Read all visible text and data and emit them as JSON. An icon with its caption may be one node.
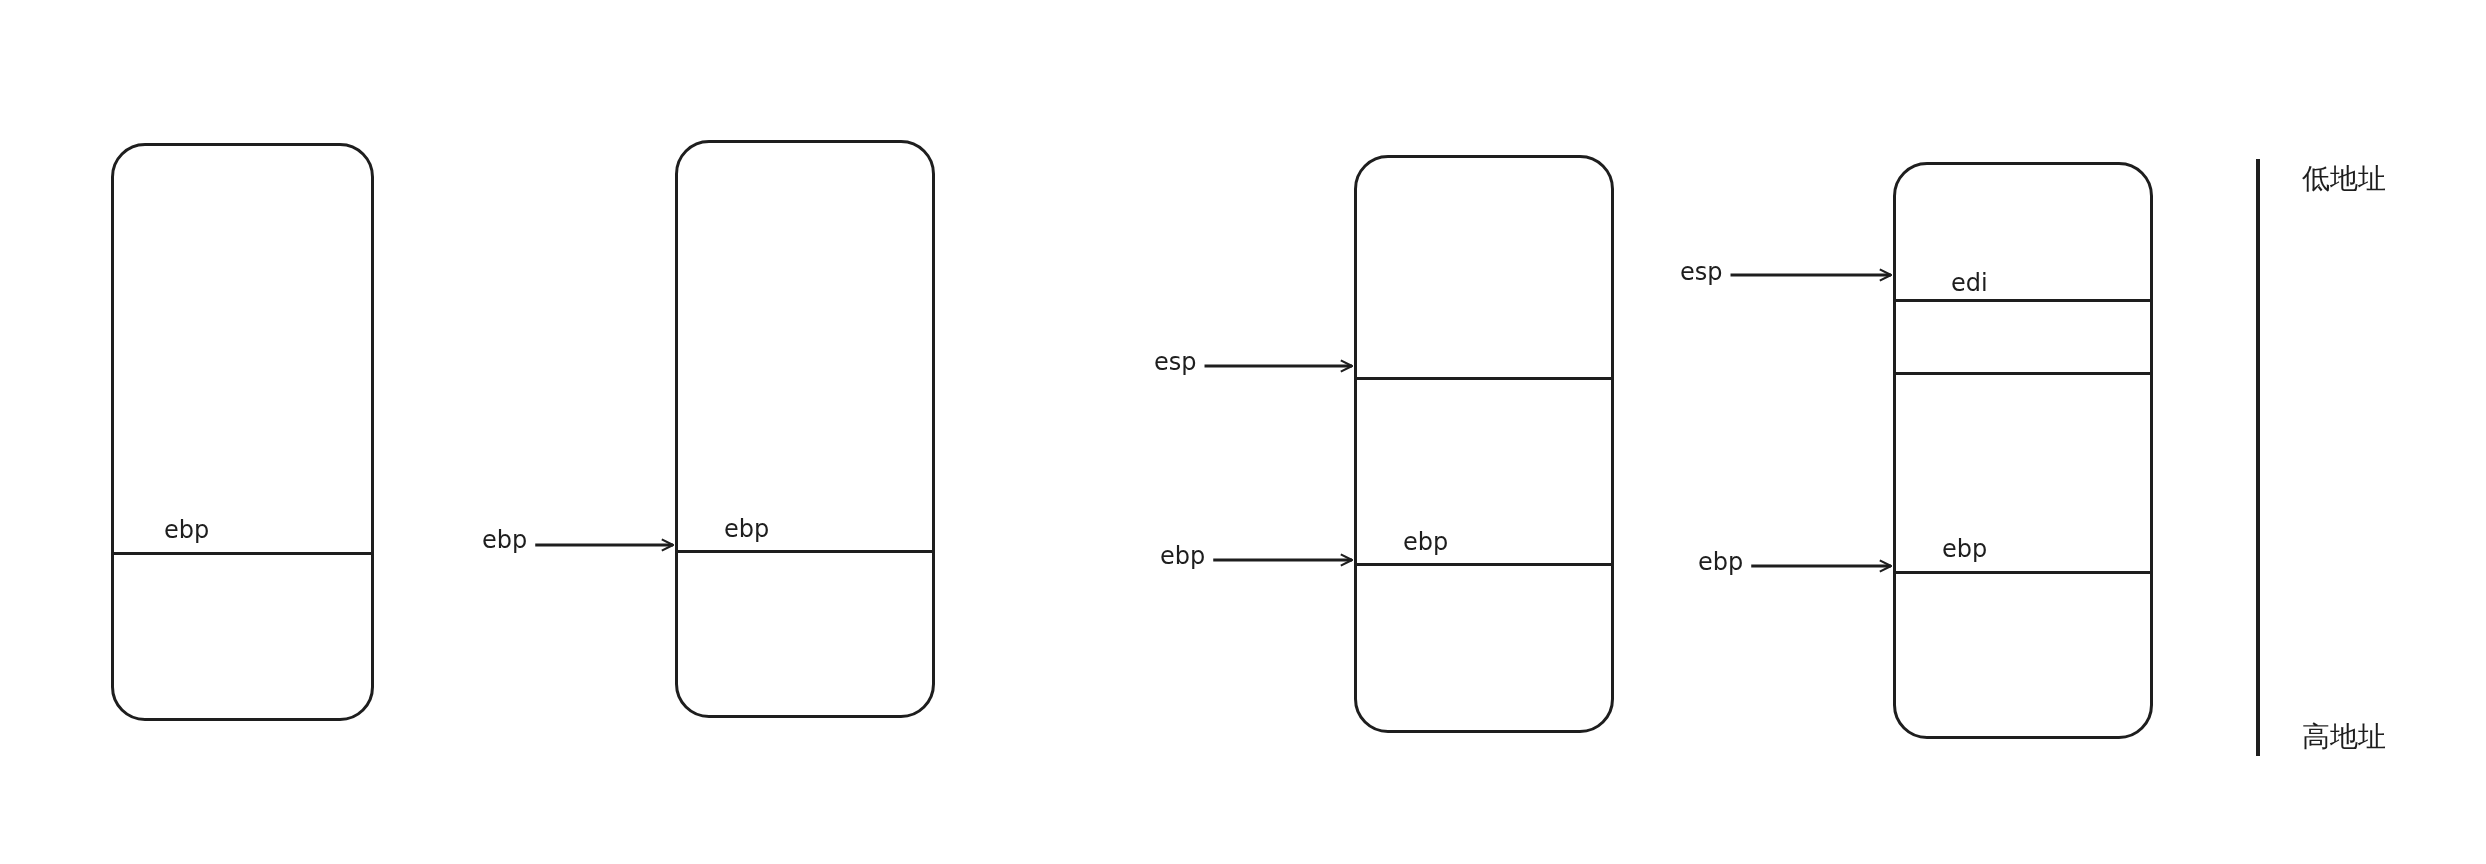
{
  "diagram": {
    "nodes": [
      {
        "text": [
          "ebp"
        ]
      },
      {
        "text": [
          "ebp"
        ]
      },
      {
        "text": [
          "ebp"
        ]
      },
      {
        "text": [
          "esp"
        ]
      },
      {
        "text": [
          "ebp"
        ]
      },
      {
        "text": [
          "ebp"
        ]
      },
      {
        "text": [
          "esp"
        ]
      },
      {
        "text": [
          "ebp"
        ]
      },
      {
        "text": [
          "edi",
          "ebp"
        ]
      }
    ],
    "edges": [
      {
        "from": 1,
        "to": 2,
        "arrow": "to"
      },
      {
        "from": 3,
        "to": 5,
        "arrow": "to"
      },
      {
        "from": 4,
        "to": 5,
        "arrow": "to"
      },
      {
        "from": 6,
        "to": 8,
        "arrow": "to"
      },
      {
        "from": 7,
        "to": 8,
        "arrow": "to"
      }
    ],
    "labels": [
      "低地址",
      "高地址"
    ]
  }
}
